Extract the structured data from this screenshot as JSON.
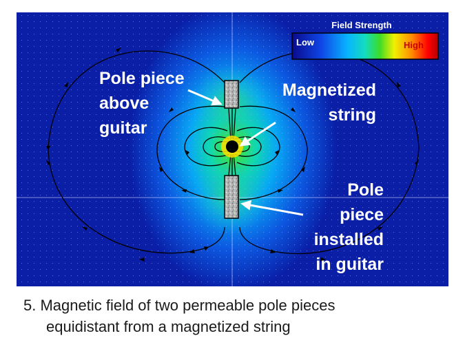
{
  "legend": {
    "title": "Field Strength",
    "low_label": "Low",
    "high_label": "High",
    "colors": [
      "#0a0a8c",
      "#0f46e6",
      "#08b4ff",
      "#14dcbe",
      "#3cdc28",
      "#f0f000",
      "#ff8c00",
      "#ff0000",
      "#b40000"
    ]
  },
  "labels": {
    "pole_above": [
      "Pole piece",
      "above",
      "guitar"
    ],
    "magnetized_string": [
      "Magnetized",
      "string"
    ],
    "pole_installed": [
      "Pole",
      "piece",
      "installed",
      "in guitar"
    ]
  },
  "caption": {
    "line1": "5. Magnetic field of two permeable pole pieces",
    "line2": "equidistant from a magnetized string"
  },
  "colors": {
    "field_background": "#0a1ea6",
    "field_mid": "#0a9cf0",
    "field_core": "#20e060",
    "field_line": "#000000",
    "pole_piece": "#b4b4b4",
    "string_core": "#000000",
    "label_text": "#ffffff",
    "caption_text": "#1a1a1a"
  }
}
